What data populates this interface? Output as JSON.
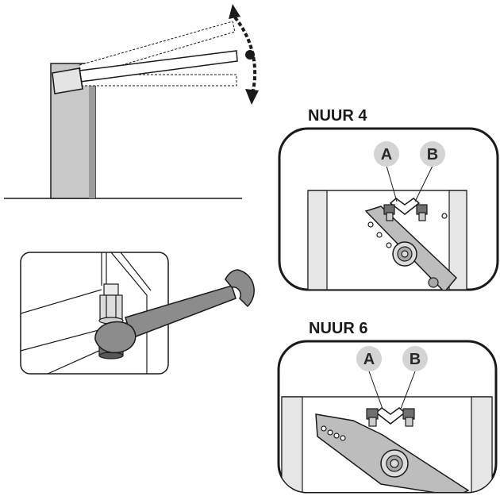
{
  "panels": {
    "nuur4": {
      "title": "NUUR 4",
      "label_a": "A",
      "label_b": "B"
    },
    "nuur6": {
      "title": "NUUR 6",
      "label_a": "A",
      "label_b": "B"
    }
  },
  "icons": {
    "barrier": "barrier-gate-icon",
    "arrows": "swing-arrows-icon",
    "wrench": "wrench-icon"
  },
  "colors": {
    "stroke": "#1a1a1a",
    "badge_fill": "#d4d4d4",
    "arm_fill": "#b9b9b9",
    "wrench_fill": "#8c8c8c"
  }
}
